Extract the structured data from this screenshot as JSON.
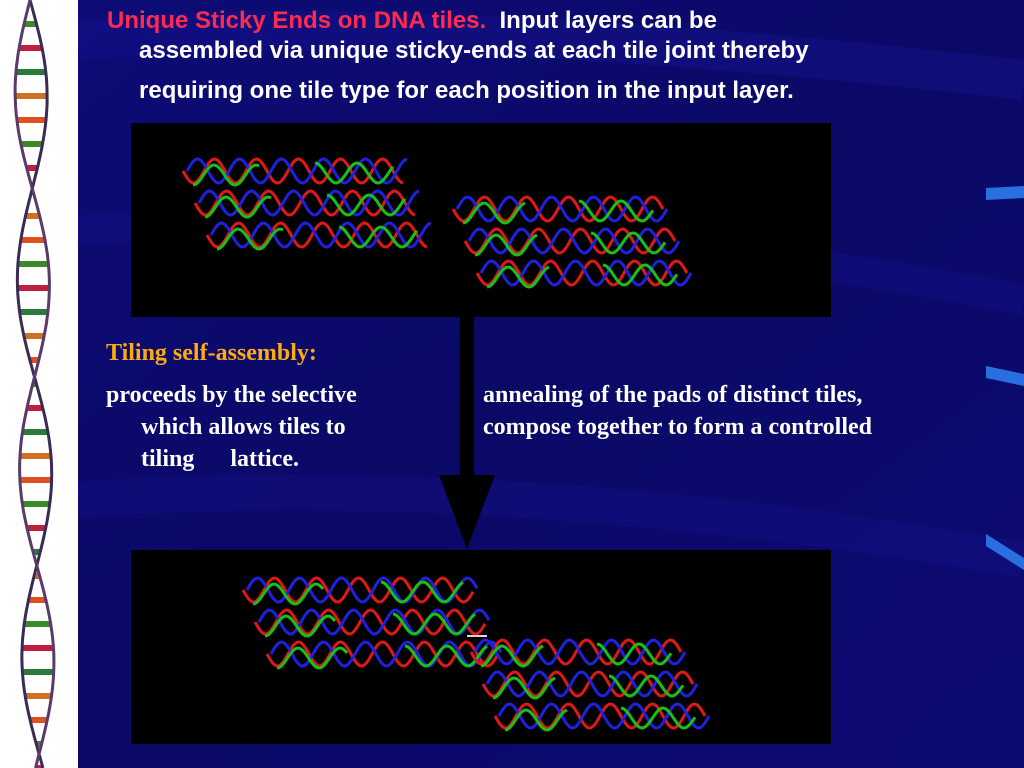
{
  "heading": {
    "emphasis": "Unique Sticky Ends on DNA tiles.",
    "line1_rest": "Input layers can be",
    "line2": "assembled via unique sticky-ends at each tile joint thereby",
    "line3": "requiring one tile type for each position in the input layer."
  },
  "tiling": {
    "title": "Tiling self-assembly:",
    "left_line1": "proceeds by the selective",
    "left_line2": "which allows tiles to",
    "left_line3_a": "tiling",
    "left_line3_b": "lattice.",
    "right_line1": "annealing of the pads of distinct tiles,",
    "right_line2": "compose together to form a controlled"
  },
  "colors": {
    "background": "#0b0a6e",
    "emphasis": "#ff2a4d",
    "subtitle": "#ffaa10",
    "strand_red": "#e01818",
    "strand_green": "#18c018",
    "strand_blue": "#2020e0"
  }
}
